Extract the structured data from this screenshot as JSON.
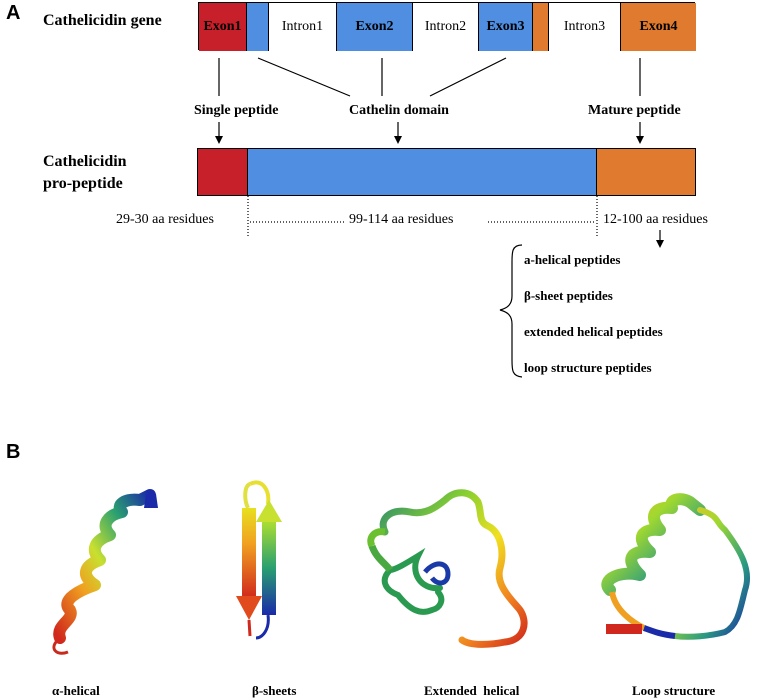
{
  "panelA": {
    "letter": "A",
    "gene_label": "Cathelicidin gene",
    "exons": {
      "exon1": "Exon1",
      "intron1": "Intron1",
      "exon2": "Exon2",
      "intron2": "Intron2",
      "exon3": "Exon3",
      "intron3": "Intron3",
      "exon4": "Exon4"
    },
    "domains": {
      "single": "Single peptide",
      "cathelin": "Cathelin domain",
      "mature": "Mature peptide"
    },
    "propeptide_label_line1": "Cathelicidin",
    "propeptide_label_line2": "pro-peptide",
    "residues": {
      "r1": "29-30 aa residues",
      "r2": "99-114 aa residues",
      "r3": "12-100 aa residues"
    },
    "peptide_types": [
      "a-helical peptides",
      "β-sheet peptides",
      "extended helical peptides",
      "loop structure peptides"
    ]
  },
  "panelB": {
    "letter": "B",
    "captions": [
      "α-helical",
      "β-sheets",
      "Extended  helical",
      "Loop structure"
    ]
  },
  "colors": {
    "red": "#c8202b",
    "blue": "#4f8ee0",
    "orange": "#e07a2e"
  }
}
